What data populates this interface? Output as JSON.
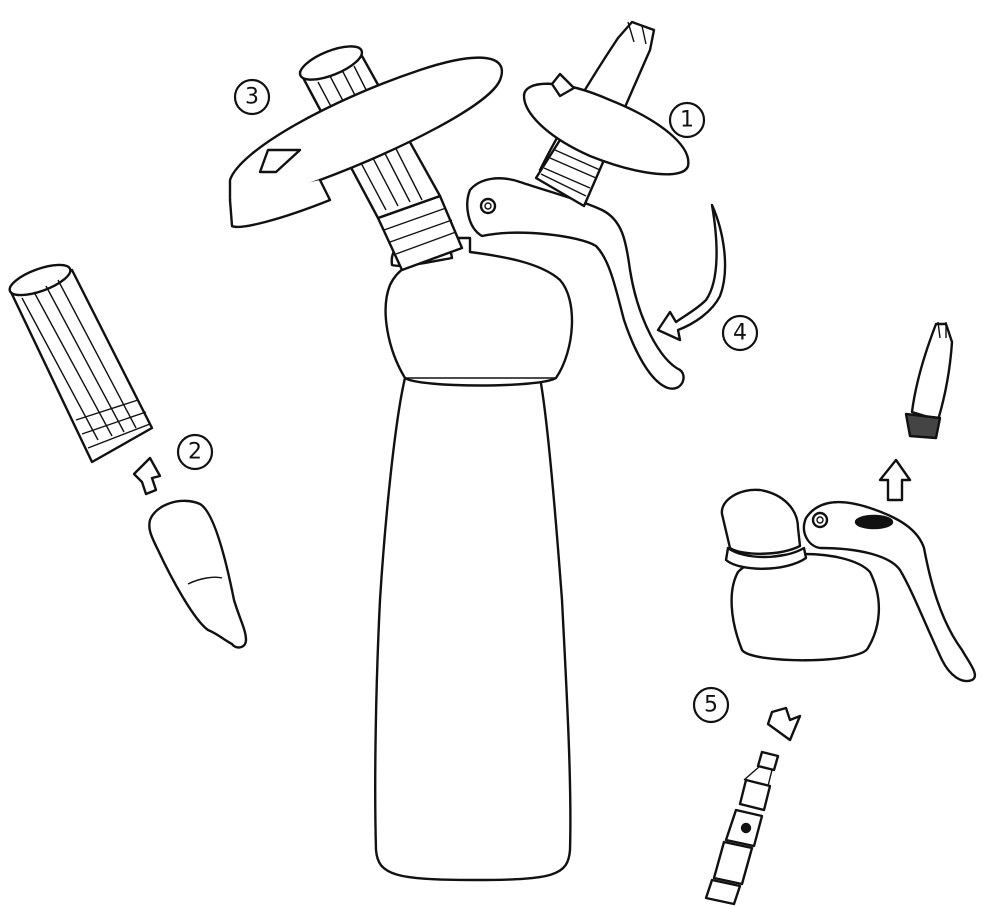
{
  "steps": [
    {
      "id": "1",
      "label": "1"
    },
    {
      "id": "2",
      "label": "2"
    },
    {
      "id": "3",
      "label": "3"
    },
    {
      "id": "4",
      "label": "4"
    },
    {
      "id": "5",
      "label": "5"
    }
  ],
  "colors": {
    "line": "#111111",
    "background": "#ffffff"
  }
}
